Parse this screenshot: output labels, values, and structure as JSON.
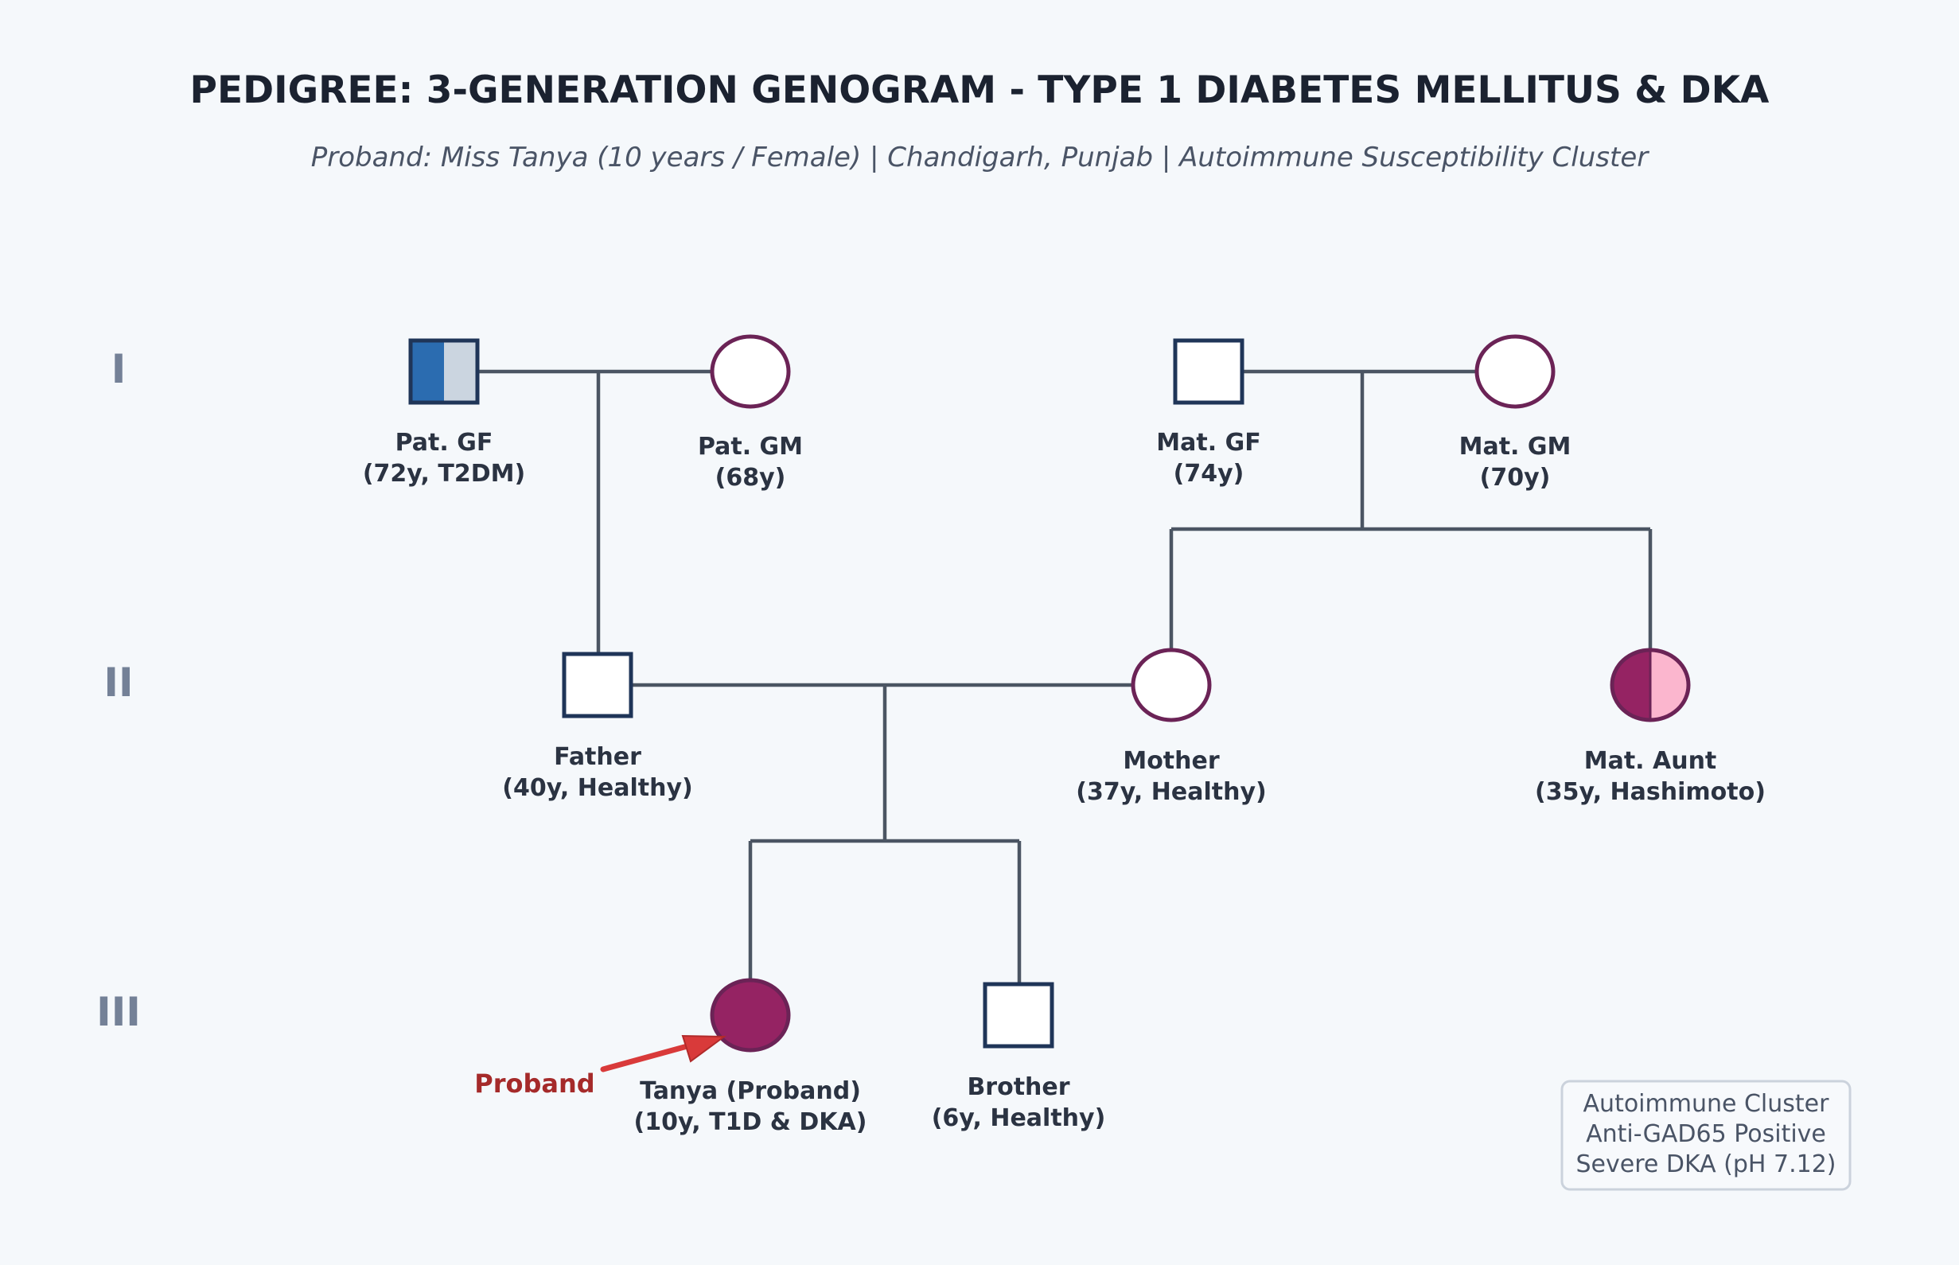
{
  "title": "PEDIGREE: 3-GENERATION GENOGRAM - TYPE 1 DIABETES MELLITUS & DKA",
  "subtitle": "Proband: Miss Tanya (10 years / Female) | Chandigarh, Punjab | Autoimmune Susceptibility Cluster",
  "generations": [
    "I",
    "II",
    "III"
  ],
  "colors": {
    "background": "#f5f8fb",
    "line": "#4b5563",
    "male_stroke": "#1f3558",
    "female_stroke": "#6b2356",
    "t2dm_fill": "#2b6cb0",
    "carrier_fill": "#cbd5e0",
    "affected_fill": "#952363",
    "hashimoto_fill": "#fbb6ce",
    "proband_arrow": "#d93a3a"
  },
  "individuals": {
    "pat_gf": {
      "label1": "Pat. GF",
      "label2": "(72y, T2DM)",
      "sex": "male",
      "status": "T2DM (partial)"
    },
    "pat_gm": {
      "label1": "Pat. GM",
      "label2": "(68y)",
      "sex": "female",
      "status": "unaffected"
    },
    "mat_gf": {
      "label1": "Mat. GF",
      "label2": "(74y)",
      "sex": "male",
      "status": "unaffected"
    },
    "mat_gm": {
      "label1": "Mat. GM",
      "label2": "(70y)",
      "sex": "female",
      "status": "unaffected"
    },
    "father": {
      "label1": "Father",
      "label2": "(40y, Healthy)",
      "sex": "male",
      "status": "unaffected"
    },
    "mother": {
      "label1": "Mother",
      "label2": "(37y, Healthy)",
      "sex": "female",
      "status": "unaffected"
    },
    "mat_aunt": {
      "label1": "Mat. Aunt",
      "label2": "(35y, Hashimoto)",
      "sex": "female",
      "status": "Hashimoto (half)"
    },
    "tanya": {
      "label1": "Tanya (Proband)",
      "label2": "(10y, T1D & DKA)",
      "sex": "female",
      "status": "affected"
    },
    "brother": {
      "label1": "Brother",
      "label2": "(6y, Healthy)",
      "sex": "male",
      "status": "unaffected"
    }
  },
  "proband_marker": "Proband",
  "note": {
    "line1": "Autoimmune Cluster",
    "line2": "Anti-GAD65 Positive",
    "line3": "Severe DKA (pH 7.12)"
  }
}
